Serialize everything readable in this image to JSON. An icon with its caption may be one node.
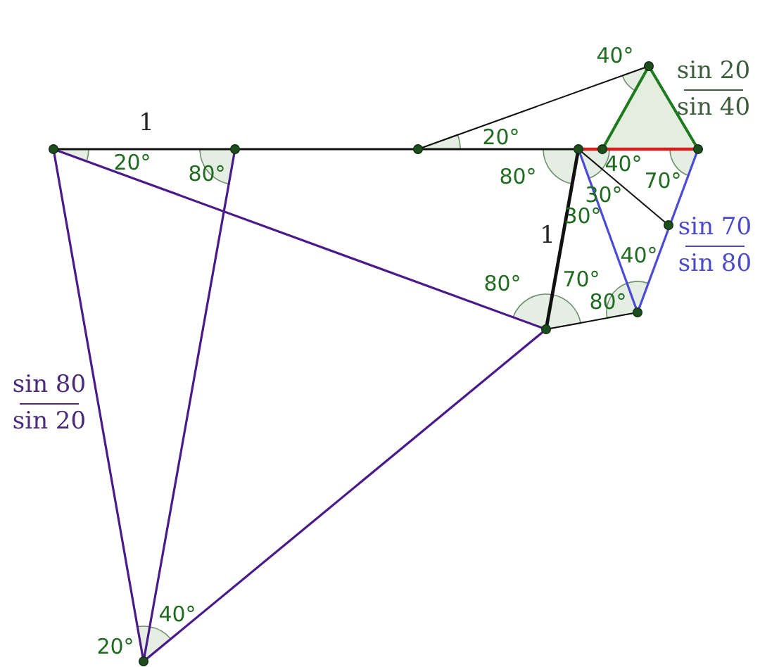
{
  "diagram": {
    "labels": [
      "40°",
      "sin 20",
      "sin 40",
      "1",
      "20°",
      "20°",
      "80°",
      "80°",
      "40°",
      "70°",
      "30°",
      "30°",
      "sin 70",
      "sin 80",
      "1",
      "80°",
      "70°",
      "40°",
      "80°",
      "sin 80",
      "sin 20",
      "40°",
      "20°"
    ]
  }
}
